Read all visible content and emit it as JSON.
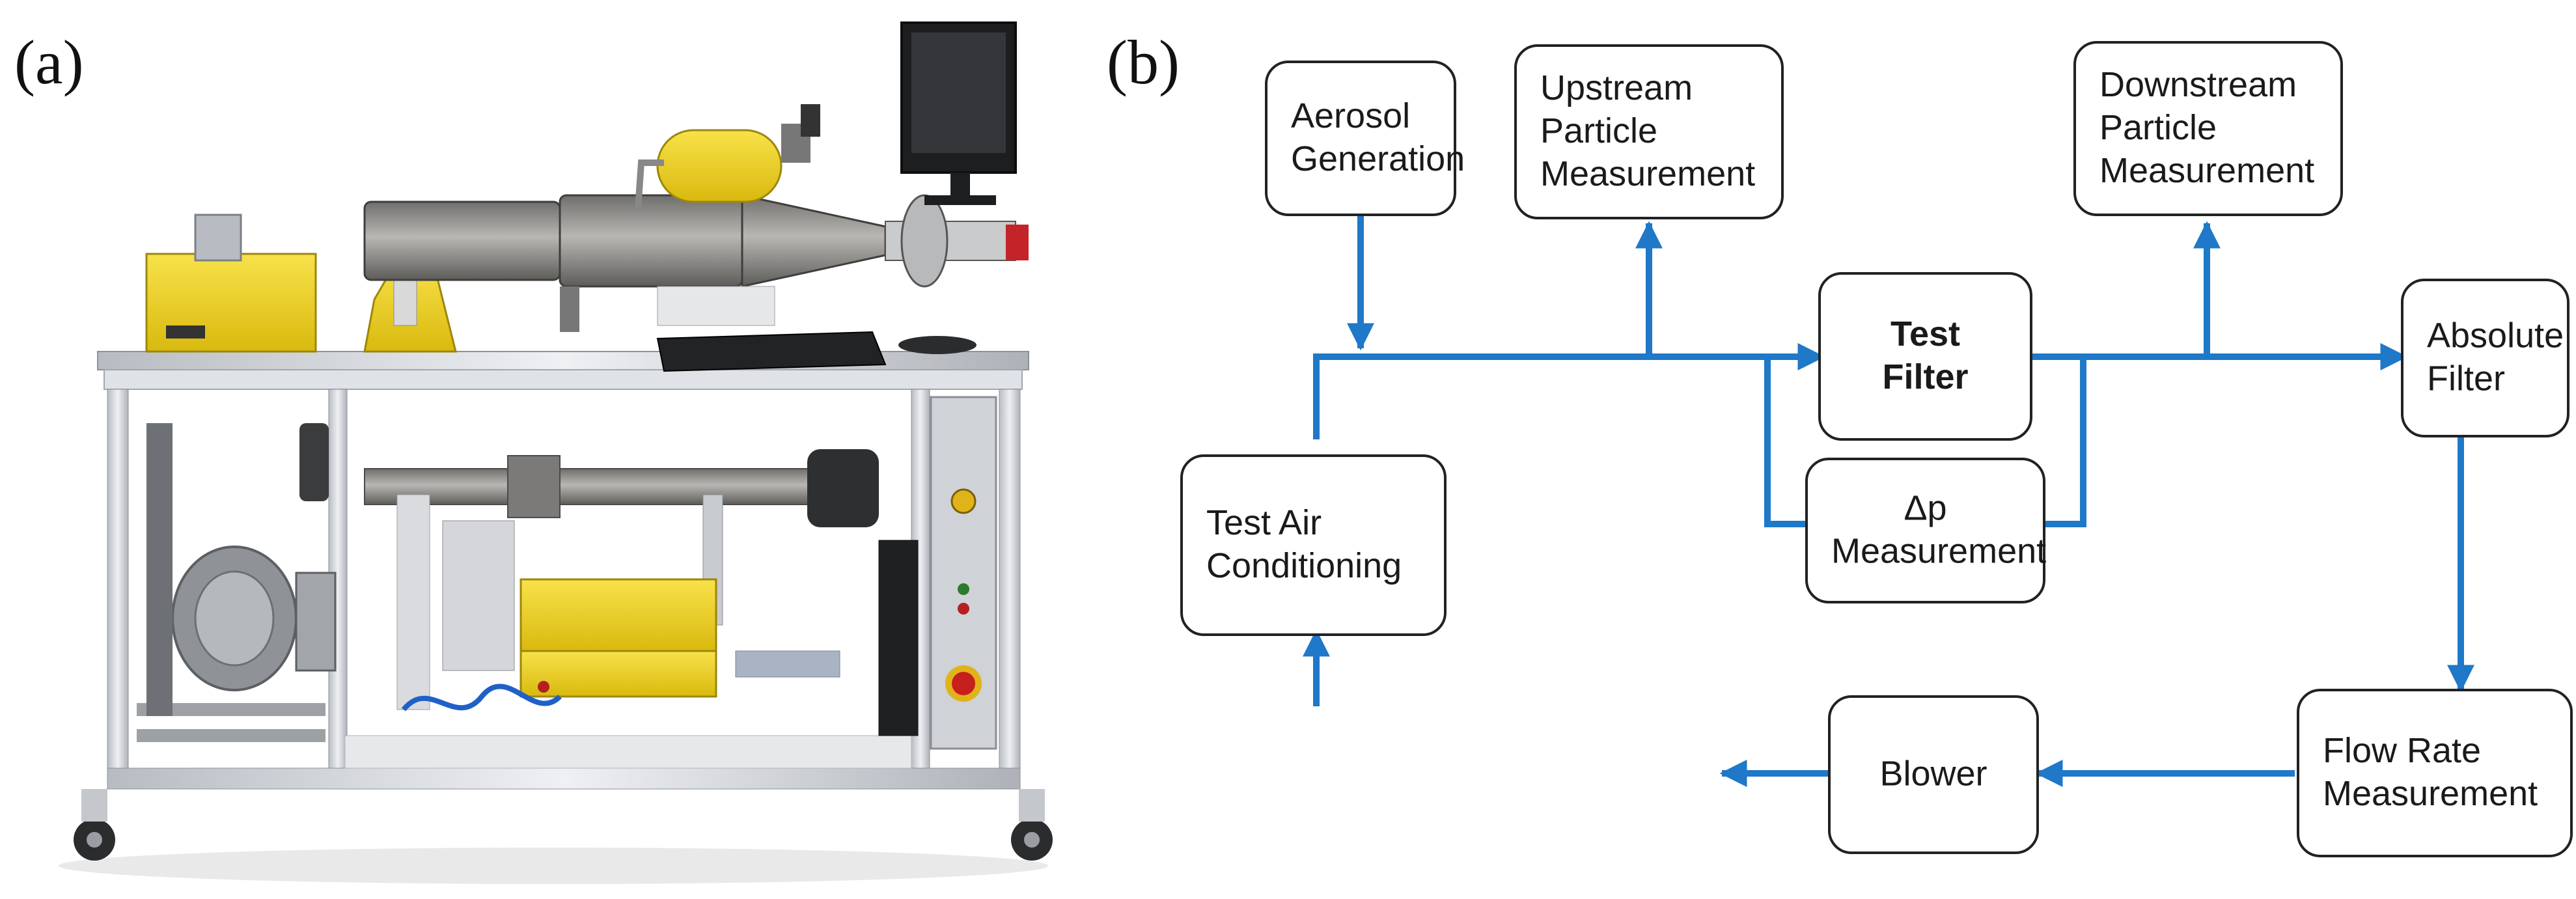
{
  "panels": {
    "a": {
      "label": "(a)"
    },
    "b": {
      "label": "(b)"
    }
  },
  "diagram": {
    "nodes": [
      {
        "id": "aerosol",
        "lines": [
          "Aerosol",
          "Generation"
        ],
        "bold": false
      },
      {
        "id": "upstream",
        "lines": [
          "Upstream",
          "Particle",
          "Measurement"
        ],
        "bold": false
      },
      {
        "id": "downstream",
        "lines": [
          "Downstream",
          "Particle",
          "Measurement"
        ],
        "bold": false
      },
      {
        "id": "test_filter",
        "lines": [
          "Test",
          "Filter"
        ],
        "bold": true
      },
      {
        "id": "absolute",
        "lines": [
          "Absolute",
          "Filter"
        ],
        "bold": false
      },
      {
        "id": "dp",
        "lines": [
          "Δp",
          "Measurement"
        ],
        "bold": false
      },
      {
        "id": "test_air",
        "lines": [
          "Test Air",
          "Conditioning"
        ],
        "bold": false
      },
      {
        "id": "flow_rate",
        "lines": [
          "Flow Rate",
          "Measurement"
        ],
        "bold": false
      },
      {
        "id": "blower",
        "lines": [
          "Blower"
        ],
        "bold": false
      }
    ]
  },
  "colors": {
    "arrow": "#1f78c8",
    "box_stroke": "#222222",
    "cart_frame": "#c9ccd0",
    "yellow": "#f2d21b",
    "duct": "#8e8f92"
  },
  "icons": [
    "test-rig-photo",
    "monitor-icon",
    "keyboard-icon",
    "emergency-stop-icon"
  ]
}
